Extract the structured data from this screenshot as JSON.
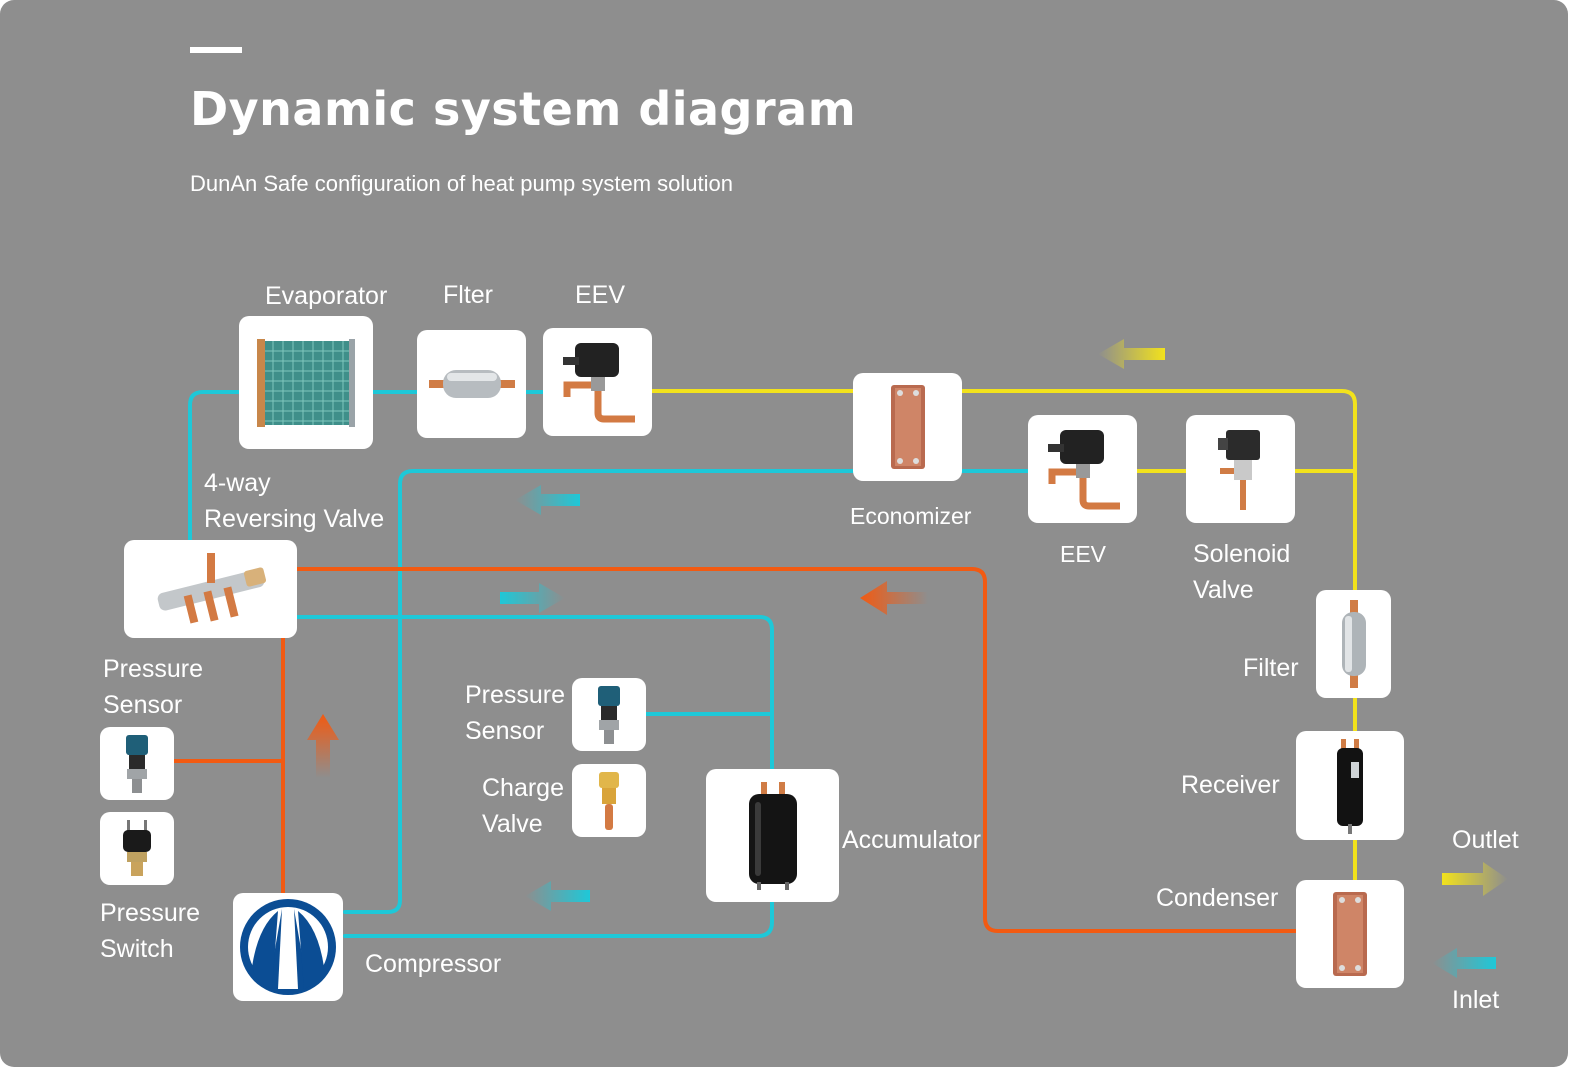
{
  "header": {
    "title": "Dynamic system diagram",
    "subtitle": "DunAn Safe configuration of heat pump system solution"
  },
  "colors": {
    "panel": "#8e8e8e",
    "low_pressure_line": "#1ec8d8",
    "liquid_line": "#f2e21c",
    "high_pressure_line": "#f25a12",
    "card": "#ffffff",
    "text": "#ffffff"
  },
  "components": {
    "evaporator": {
      "label": "Evaporator",
      "icon": "evaporator-coil-icon"
    },
    "filter_top": {
      "label": "Flter",
      "icon": "filter-drier-icon"
    },
    "eev_top": {
      "label": "EEV",
      "icon": "electronic-expansion-valve-icon"
    },
    "economizer": {
      "label": "Economizer",
      "icon": "plate-heat-exchanger-icon"
    },
    "eev_mid": {
      "label": "EEV",
      "icon": "electronic-expansion-valve-icon"
    },
    "solenoid_valve": {
      "label_line1": "Solenoid",
      "label_line2": "Valve",
      "icon": "solenoid-valve-icon"
    },
    "filter_right": {
      "label": "Filter",
      "icon": "filter-drier-icon"
    },
    "receiver": {
      "label": "Receiver",
      "icon": "receiver-tank-icon"
    },
    "condenser": {
      "label": "Condenser",
      "icon": "plate-heat-exchanger-icon"
    },
    "reversing_valve": {
      "label_line1": "4-way",
      "label_line2": "Reversing Valve",
      "icon": "four-way-valve-icon"
    },
    "pressure_sensor_left": {
      "label_line1": "Pressure",
      "label_line2": "Sensor",
      "icon": "pressure-sensor-icon"
    },
    "pressure_switch": {
      "label_line1": "Pressure",
      "label_line2": "Switch",
      "icon": "pressure-switch-icon"
    },
    "compressor": {
      "label": "Compressor",
      "icon": "dunan-logo-icon"
    },
    "pressure_sensor_mid": {
      "label_line1": "Pressure",
      "label_line2": "Sensor",
      "icon": "pressure-sensor-icon"
    },
    "charge_valve": {
      "label_line1": "Charge",
      "label_line2": "Valve",
      "icon": "charge-valve-icon"
    },
    "accumulator": {
      "label": "Accumulator",
      "icon": "accumulator-tank-icon"
    }
  },
  "ports": {
    "outlet": "Outlet",
    "inlet": "Inlet"
  }
}
